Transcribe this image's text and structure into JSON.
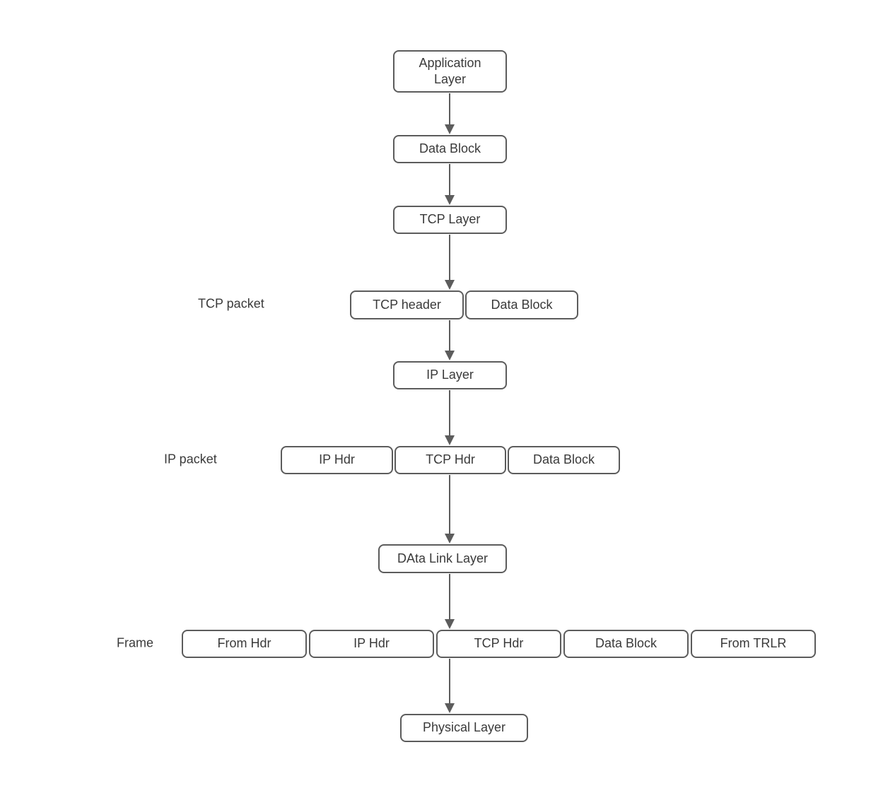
{
  "diagram": {
    "colors": {
      "bg": "#ffffff",
      "border": "#5c5c5c",
      "text": "#3a3a3a",
      "arrow": "#5c5c5c"
    }
  },
  "nodes": [
    {
      "id": "application-layer",
      "label": "Application Layer"
    },
    {
      "id": "data-block-top",
      "label": "Data Block"
    },
    {
      "id": "tcp-layer",
      "label": "TCP Layer"
    },
    {
      "id": "tcp-header",
      "label": "TCP header"
    },
    {
      "id": "tcp-data-block",
      "label": "Data Block"
    },
    {
      "id": "ip-layer",
      "label": "IP Layer"
    },
    {
      "id": "ip-hdr",
      "label": "IP Hdr"
    },
    {
      "id": "tcp-hdr",
      "label": "TCP Hdr"
    },
    {
      "id": "ip-data-block",
      "label": "Data Block"
    },
    {
      "id": "data-link-layer",
      "label": "DAta Link Layer"
    },
    {
      "id": "frame-from-hdr",
      "label": "From Hdr"
    },
    {
      "id": "frame-ip-hdr",
      "label": "IP Hdr"
    },
    {
      "id": "frame-tcp-hdr",
      "label": "TCP Hdr"
    },
    {
      "id": "frame-data-block",
      "label": "Data Block"
    },
    {
      "id": "frame-from-trlr",
      "label": "From TRLR"
    },
    {
      "id": "physical-layer",
      "label": "Physical Layer"
    }
  ],
  "row_labels": [
    {
      "id": "tcp-packet",
      "label": "TCP packet"
    },
    {
      "id": "ip-packet",
      "label": "IP packet"
    },
    {
      "id": "frame",
      "label": "Frame"
    }
  ]
}
